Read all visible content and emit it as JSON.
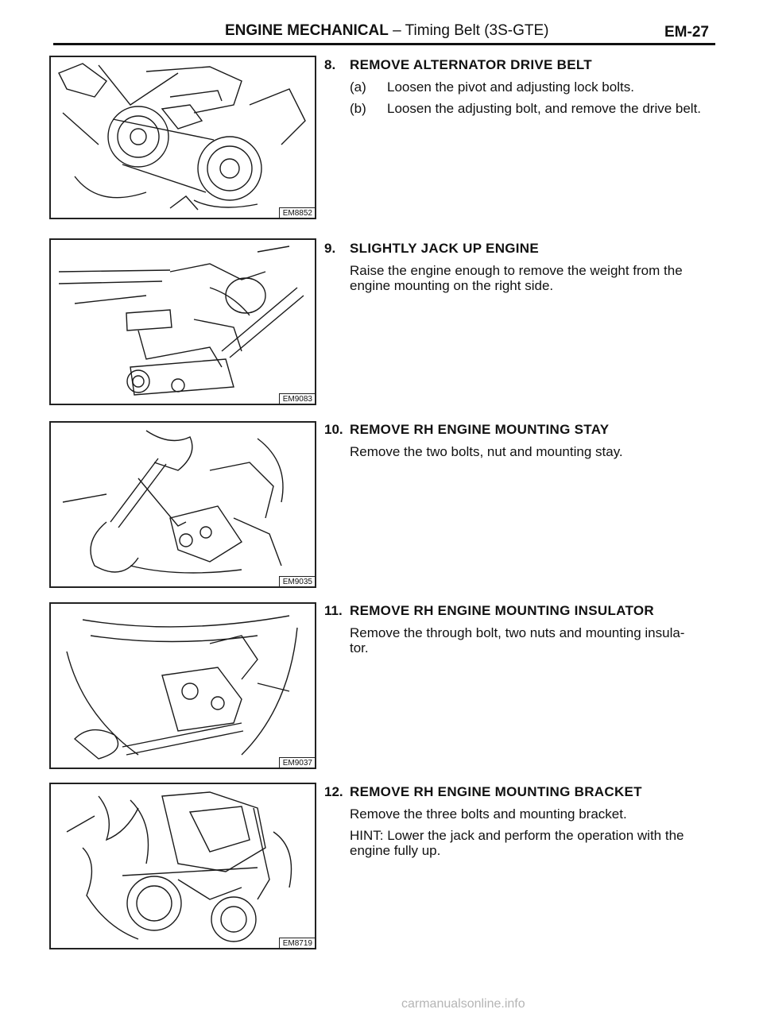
{
  "header": {
    "section": "ENGINE MECHANICAL",
    "subtitle": " – Timing Belt (3S-GTE)",
    "page": "EM-27"
  },
  "figures": [
    {
      "code": "EM8852",
      "icon": "alternator-drive-belt-illustration"
    },
    {
      "code": "EM9083",
      "icon": "jack-under-engine-illustration"
    },
    {
      "code": "EM9035",
      "icon": "mounting-stay-removal-illustration"
    },
    {
      "code": "EM9037",
      "icon": "mounting-insulator-removal-illustration"
    },
    {
      "code": "EM8719",
      "icon": "mounting-bracket-removal-illustration"
    }
  ],
  "steps": [
    {
      "number": "8.",
      "title": "REMOVE ALTERNATOR DRIVE BELT",
      "substeps": [
        {
          "label": "(a)",
          "text": "Loosen the pivot and adjusting lock bolts."
        },
        {
          "label": "(b)",
          "text": "Loosen the adjusting bolt, and remove the drive belt."
        }
      ]
    },
    {
      "number": "9.",
      "title": "SLIGHTLY JACK UP ENGINE",
      "text": "Raise the engine enough to remove the weight from the engine mounting on the right side."
    },
    {
      "number": "10.",
      "title": "REMOVE RH ENGINE MOUNTING STAY",
      "text": "Remove the two bolts, nut and mounting stay."
    },
    {
      "number": "11.",
      "title": "REMOVE RH ENGINE MOUNTING INSULATOR",
      "text": "Remove the through bolt, two nuts and mounting insula-tor."
    },
    {
      "number": "12.",
      "title": "REMOVE RH ENGINE MOUNTING BRACKET",
      "text": "Remove the three bolts and mounting bracket.",
      "hint": "HINT:  Lower the jack and perform the operation with the engine fully up."
    }
  ],
  "footer": {
    "watermark": "carmanualsonline.info"
  }
}
